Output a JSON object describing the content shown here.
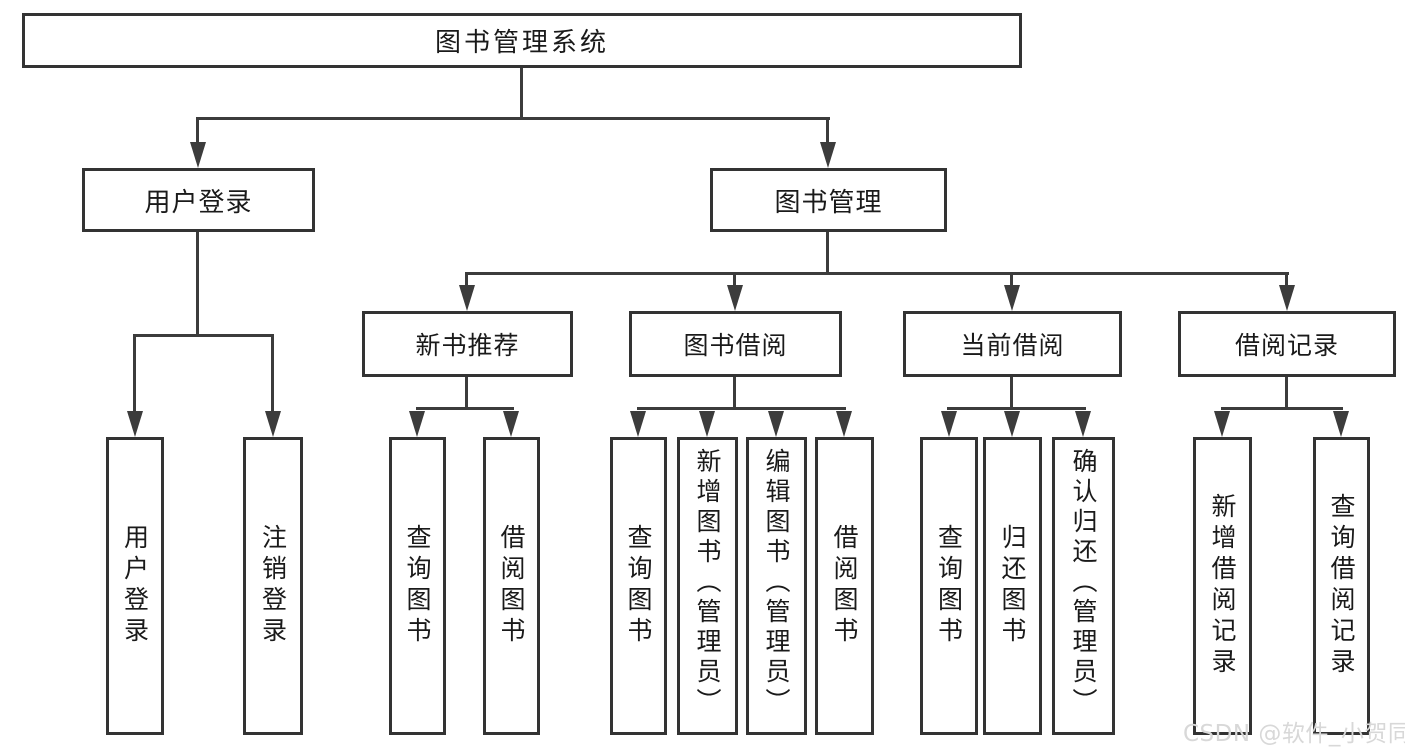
{
  "diagram": {
    "root": "图书管理系统",
    "branches": [
      {
        "label": "用户登录",
        "children": [
          "用户登录",
          "注销登录"
        ]
      },
      {
        "label": "图书管理",
        "children": [
          {
            "label": "新书推荐",
            "children": [
              "查询图书",
              "借阅图书"
            ]
          },
          {
            "label": "图书借阅",
            "children": [
              "查询图书",
              "新增图书（管理员）",
              "编辑图书（管理员）",
              "借阅图书"
            ]
          },
          {
            "label": "当前借阅",
            "children": [
              "查询图书",
              "归还图书",
              "确认归还（管理员）"
            ]
          },
          {
            "label": "借阅记录",
            "children": [
              "新增借阅记录",
              "查询借阅记录"
            ]
          }
        ]
      }
    ]
  },
  "watermark": {
    "text": "CSDN @软件_小贺同学"
  },
  "colors": {
    "line": "#3c3c3c",
    "border": "#333333",
    "text": "#1a1a1a",
    "background": "#ffffff",
    "watermark": "#d8d8d8"
  }
}
